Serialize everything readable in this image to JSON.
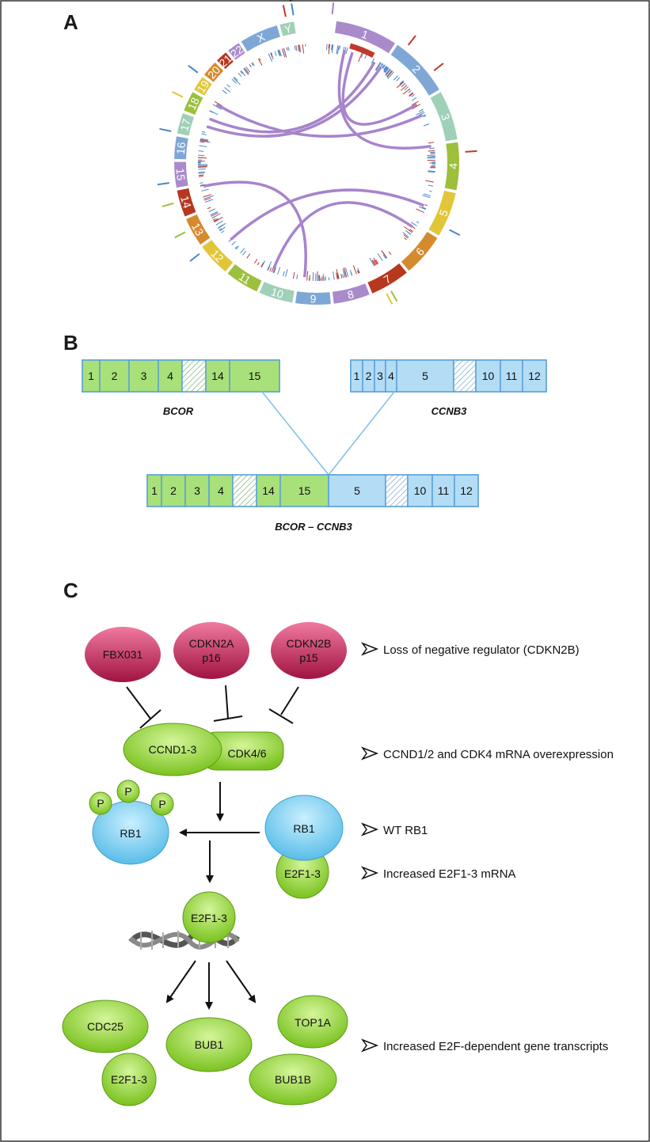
{
  "panels": {
    "a": "A",
    "b": "B",
    "c": "C"
  },
  "circos": {
    "chromosomes": [
      {
        "label": "1",
        "color": "#a98bcc"
      },
      {
        "label": "2",
        "color": "#7fa7d6"
      },
      {
        "label": "3",
        "color": "#9fd0b8"
      },
      {
        "label": "4",
        "color": "#9cbf3c"
      },
      {
        "label": "5",
        "color": "#e2c63a"
      },
      {
        "label": "6",
        "color": "#d68a2e"
      },
      {
        "label": "7",
        "color": "#b7371f"
      },
      {
        "label": "8",
        "color": "#a98bcc"
      },
      {
        "label": "9",
        "color": "#7fa7d6"
      },
      {
        "label": "10",
        "color": "#9fd0b8"
      },
      {
        "label": "11",
        "color": "#9cbf3c"
      },
      {
        "label": "12",
        "color": "#e2c63a"
      },
      {
        "label": "13",
        "color": "#d68a2e"
      },
      {
        "label": "14",
        "color": "#b7371f"
      },
      {
        "label": "15",
        "color": "#a98bcc"
      },
      {
        "label": "16",
        "color": "#7fa7d6"
      },
      {
        "label": "17",
        "color": "#9fd0b8"
      },
      {
        "label": "18",
        "color": "#9cbf3c"
      },
      {
        "label": "19",
        "color": "#e2c63a"
      },
      {
        "label": "20",
        "color": "#d68a2e"
      },
      {
        "label": "21",
        "color": "#b7371f"
      },
      {
        "label": "22",
        "color": "#a98bcc"
      },
      {
        "label": "X",
        "color": "#7fa7d6"
      },
      {
        "label": "Y",
        "color": "#9fd0b8"
      }
    ],
    "link_color": "#a784cc"
  },
  "fusion": {
    "bcor": {
      "name": "BCOR",
      "color": "#a8e07a",
      "exons": [
        "1",
        "2",
        "3",
        "4",
        "",
        "14",
        "15"
      ]
    },
    "ccnb3": {
      "name": "CCNB3",
      "color": "#b3dcf5",
      "exons": [
        "1",
        "2",
        "3",
        "4",
        "5",
        "",
        "10",
        "11",
        "12"
      ]
    },
    "fused": {
      "name": "BCOR – CCNB3",
      "exons_bcor": [
        "1",
        "2",
        "3",
        "4",
        "",
        "14",
        "15"
      ],
      "exons_ccnb3": [
        "5",
        "",
        "10",
        "11",
        "12"
      ]
    }
  },
  "pathway": {
    "regulators": [
      {
        "line1": "FBX031",
        "line2": ""
      },
      {
        "line1": "CDKN2A",
        "line2": "p16"
      },
      {
        "line1": "CDKN2B",
        "line2": "p15"
      }
    ],
    "ccnd": "CCND1-3",
    "cdk": "CDK4/6",
    "p": "P",
    "rb1_phos": "RB1",
    "rb1_bound": "RB1",
    "e2f_bound": "E2F1-3",
    "e2f_dna": "E2F1-3",
    "targets": [
      "CDC25",
      "BUB1",
      "TOP1A",
      "E2F1-3",
      "BUB1B"
    ],
    "notes": [
      "Loss of negative regulator (CDKN2B)",
      "CCND1/2 and CDK4 mRNA overexpression",
      "WT RB1",
      "Increased E2F1-3 mRNA",
      "Increased E2F-dependent gene transcripts"
    ],
    "colors": {
      "green": "#9be03a",
      "blue": "#8fd6f5",
      "red": "#c23360"
    }
  }
}
